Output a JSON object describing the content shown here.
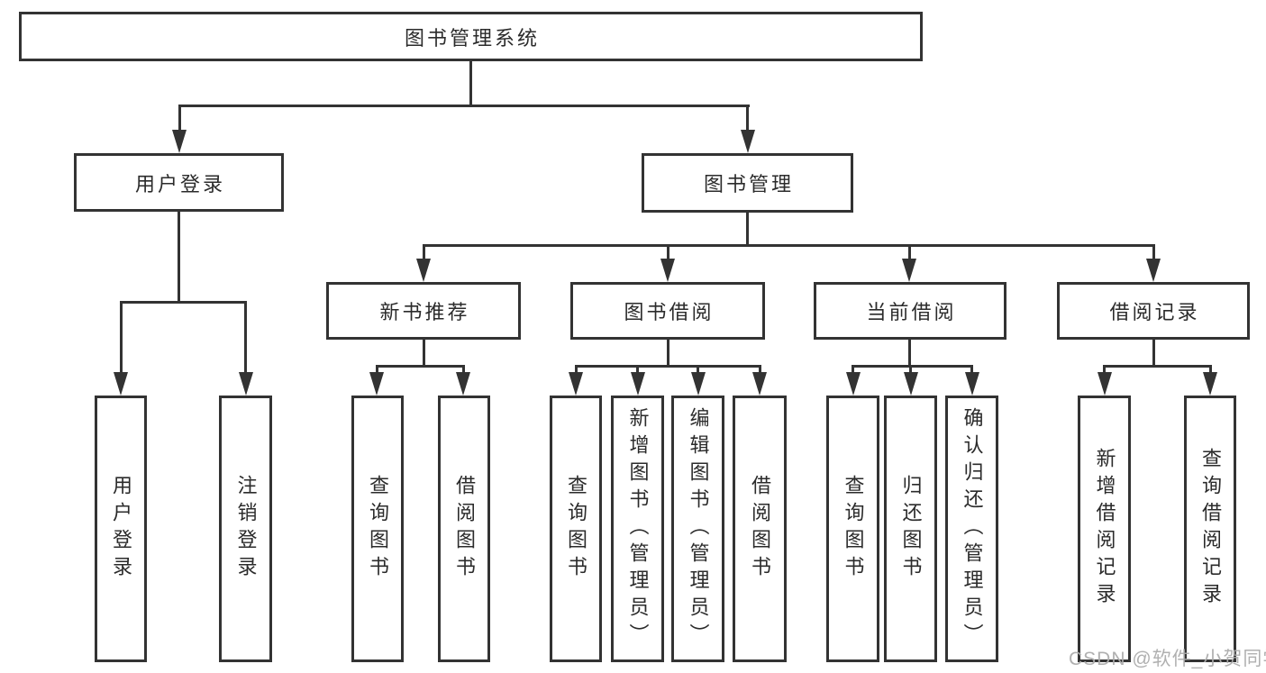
{
  "diagram": {
    "root": "图书管理系统",
    "level2": {
      "user_login": "用户登录",
      "book_mgmt": "图书管理"
    },
    "level3": {
      "new_book_rec": "新书推荐",
      "book_borrowing": "图书借阅",
      "current_borrowing": "当前借阅",
      "borrowing_records": "借阅记录"
    },
    "leaves": {
      "user_login": [
        "用户登录",
        "注销登录"
      ],
      "new_book_rec": [
        "查询图书",
        "借阅图书"
      ],
      "book_borrowing": [
        "查询图书",
        "新增图书（管理员）",
        "编辑图书（管理员）",
        "借阅图书"
      ],
      "current_borrowing": [
        "查询图书",
        "归还图书",
        "确认归还（管理员）"
      ],
      "borrowing_records": [
        "新增借阅记录",
        "查询借阅记录"
      ]
    }
  },
  "icons": {
    "arrow_down_icon": "▼"
  },
  "colors": {
    "line": "#333333",
    "text": "#2b2b2b",
    "background": "#ffffff",
    "watermark": "#acacac"
  },
  "watermark": "CSDN @软件_小贺同学"
}
